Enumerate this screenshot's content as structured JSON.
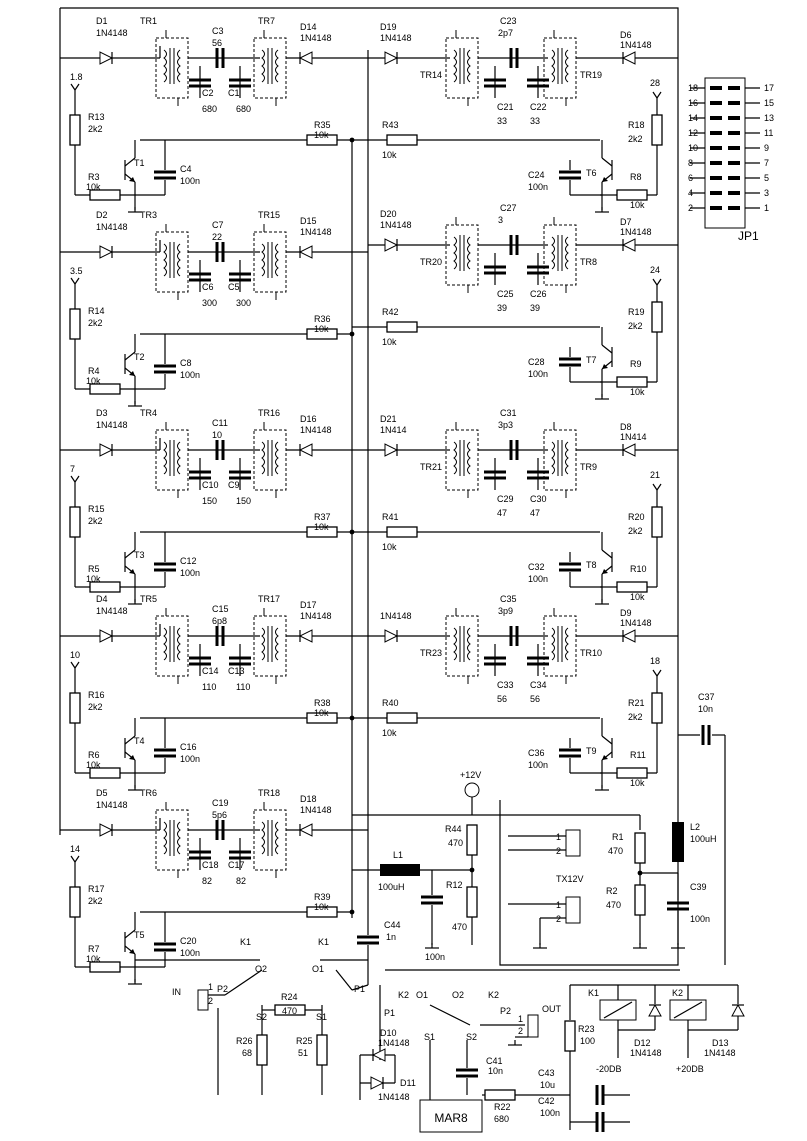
{
  "stages": [
    {
      "diode_in": {
        "ref": "D1",
        "val": "1N4148"
      },
      "tr_in": "TR1",
      "tr_out": "TR7",
      "c_couple": {
        "ref": "C3",
        "val": "56"
      },
      "c_res_a": {
        "ref": "C2",
        "val": "680"
      },
      "c_res_b": {
        "ref": "C1",
        "val": "680"
      },
      "diode_out": {
        "ref": "D14",
        "val": "1N4148"
      },
      "r_feed": {
        "ref": "R35",
        "val": "10k"
      },
      "antenna": "1.8",
      "r_bias": {
        "ref": "R13",
        "val": "2k2"
      },
      "transistor": "T1",
      "r_em": {
        "ref": "R3",
        "val": "10k"
      },
      "c_dec": {
        "ref": "C4",
        "val": "100n"
      }
    },
    {
      "diode_in": {
        "ref": "D2",
        "val": "1N4148"
      },
      "tr_in": "TR3",
      "tr_out": "TR15",
      "c_couple": {
        "ref": "C7",
        "val": "22"
      },
      "c_res_a": {
        "ref": "C6",
        "val": "300"
      },
      "c_res_b": {
        "ref": "C5",
        "val": "300"
      },
      "diode_out": {
        "ref": "D15",
        "val": "1N4148"
      },
      "r_feed": {
        "ref": "R36",
        "val": "10k"
      },
      "antenna": "3.5",
      "r_bias": {
        "ref": "R14",
        "val": "2k2"
      },
      "transistor": "T2",
      "r_em": {
        "ref": "R4",
        "val": "10k"
      },
      "c_dec": {
        "ref": "C8",
        "val": "100n"
      }
    },
    {
      "diode_in": {
        "ref": "D3",
        "val": "1N4148"
      },
      "tr_in": "TR4",
      "tr_out": "TR16",
      "c_couple": {
        "ref": "C11",
        "val": "10"
      },
      "c_res_a": {
        "ref": "C10",
        "val": "150"
      },
      "c_res_b": {
        "ref": "C9",
        "val": "150"
      },
      "diode_out": {
        "ref": "D16",
        "val": "1N4148"
      },
      "r_feed": {
        "ref": "R37",
        "val": "10k"
      },
      "antenna": "7",
      "r_bias": {
        "ref": "R15",
        "val": "2k2"
      },
      "transistor": "T3",
      "r_em": {
        "ref": "R5",
        "val": "10k"
      },
      "c_dec": {
        "ref": "C12",
        "val": "100n"
      }
    },
    {
      "diode_in": {
        "ref": "D4",
        "val": "1N4148"
      },
      "tr_in": "TR5",
      "tr_out": "TR17",
      "c_couple": {
        "ref": "C15",
        "val": "6p8"
      },
      "c_res_a": {
        "ref": "C14",
        "val": "110"
      },
      "c_res_b": {
        "ref": "C13",
        "val": "110"
      },
      "diode_out": {
        "ref": "D17",
        "val": "1N4148"
      },
      "r_feed": {
        "ref": "R38",
        "val": "10k"
      },
      "antenna": "10",
      "r_bias": {
        "ref": "R16",
        "val": "2k2"
      },
      "transistor": "T4",
      "r_em": {
        "ref": "R6",
        "val": "10k"
      },
      "c_dec": {
        "ref": "C16",
        "val": "100n"
      }
    },
    {
      "diode_in": {
        "ref": "D5",
        "val": "1N4148"
      },
      "tr_in": "TR6",
      "tr_out": "TR18",
      "c_couple": {
        "ref": "C19",
        "val": "5p6"
      },
      "c_res_a": {
        "ref": "C18",
        "val": "82"
      },
      "c_res_b": {
        "ref": "C17",
        "val": "82"
      },
      "diode_out": {
        "ref": "D18",
        "val": "1N4148"
      },
      "r_feed": {
        "ref": "R39",
        "val": "10k"
      },
      "antenna": "14",
      "r_bias": {
        "ref": "R17",
        "val": "2k2"
      },
      "transistor": "T5",
      "r_em": {
        "ref": "R7",
        "val": "10k"
      },
      "c_dec": {
        "ref": "C20",
        "val": "100n"
      }
    }
  ],
  "right_stages": [
    {
      "diode_in": {
        "ref": "D19",
        "val": "1N4148"
      },
      "tr_in": "TR14",
      "tr_out": "TR19",
      "c_couple": {
        "ref": "C23",
        "val": "2p7"
      },
      "c_res_a": {
        "ref": "C21",
        "val": "33"
      },
      "c_res_b": {
        "ref": "C22",
        "val": "33"
      },
      "diode_out": {
        "ref": "D6",
        "val": "1N4148"
      },
      "r_feed": {
        "ref": "R43",
        "val": "10k"
      },
      "antenna": "28",
      "r_bias": {
        "ref": "R18",
        "val": "2k2"
      },
      "transistor": "T6",
      "r_em": {
        "ref": "R8",
        "val": "10k"
      },
      "c_dec": {
        "ref": "C24",
        "val": "100n"
      }
    },
    {
      "diode_in": {
        "ref": "D20",
        "val": "1N4148"
      },
      "tr_in": "TR20",
      "tr_out": "TR8",
      "c_couple": {
        "ref": "C27",
        "val": "3"
      },
      "c_res_a": {
        "ref": "C25",
        "val": "39"
      },
      "c_res_b": {
        "ref": "C26",
        "val": "39"
      },
      "diode_out": {
        "ref": "D7",
        "val": "1N4148"
      },
      "r_feed": {
        "ref": "R42",
        "val": "10k"
      },
      "antenna": "24",
      "r_bias": {
        "ref": "R19",
        "val": "2k2"
      },
      "transistor": "T7",
      "r_em": {
        "ref": "R9",
        "val": "10k"
      },
      "c_dec": {
        "ref": "C28",
        "val": "100n"
      }
    },
    {
      "diode_in": {
        "ref": "D21",
        "val": "1N414"
      },
      "tr_in": "TR21",
      "tr_out": "TR9",
      "c_couple": {
        "ref": "C31",
        "val": "3p3"
      },
      "c_res_a": {
        "ref": "C29",
        "val": "47"
      },
      "c_res_b": {
        "ref": "C30",
        "val": "47"
      },
      "diode_out": {
        "ref": "D8",
        "val": "1N414"
      },
      "r_feed": {
        "ref": "R41",
        "val": "10k"
      },
      "antenna": "21",
      "r_bias": {
        "ref": "R20",
        "val": "2k2"
      },
      "transistor": "T8",
      "r_em": {
        "ref": "R10",
        "val": "10k"
      },
      "c_dec": {
        "ref": "C32",
        "val": "100n"
      }
    },
    {
      "diode_in": {
        "ref": "",
        "val": "1N4148"
      },
      "tr_in": "TR23",
      "tr_out": "TR10",
      "c_couple": {
        "ref": "C35",
        "val": "3p9"
      },
      "c_res_a": {
        "ref": "C33",
        "val": "56"
      },
      "c_res_b": {
        "ref": "C34",
        "val": "56"
      },
      "diode_out": {
        "ref": "D9",
        "val": "1N4148"
      },
      "r_feed": {
        "ref": "R40",
        "val": "10k"
      },
      "antenna": "18",
      "r_bias": {
        "ref": "R21",
        "val": "2k2"
      },
      "transistor": "T9",
      "r_em": {
        "ref": "R11",
        "val": "10k"
      },
      "c_dec": {
        "ref": "C36",
        "val": "100n"
      }
    }
  ],
  "connector": {
    "ref": "JP1",
    "left_pins": [
      "18",
      "16",
      "14",
      "12",
      "10",
      "8",
      "6",
      "4",
      "2"
    ],
    "right_pins": [
      "17",
      "15",
      "13",
      "11",
      "9",
      "7",
      "5",
      "3",
      "1"
    ]
  },
  "power": {
    "supply": "+12V",
    "r44": {
      "ref": "R44",
      "val": "470"
    },
    "r12": {
      "ref": "R12",
      "val": "470"
    },
    "r1": {
      "ref": "R1",
      "val": "470"
    },
    "r2": {
      "ref": "R2",
      "val": "470"
    },
    "l1": {
      "ref": "L1",
      "val": "100uH"
    },
    "l2": {
      "ref": "L2",
      "val": "100uH"
    },
    "c37": {
      "ref": "C37",
      "val": "10n"
    },
    "c39": {
      "ref": "C39",
      "val": "100n"
    },
    "c44": {
      "ref": "C44",
      "val": "1n"
    },
    "c_l1": "100n",
    "tx_label": "TX12V",
    "jumper_pins": [
      "1",
      "2",
      "1",
      "2"
    ]
  },
  "io": {
    "in_label": "IN",
    "out_label": "OUT",
    "relay_labels": [
      "K1",
      "K1",
      "K2",
      "K2",
      "K1",
      "K2"
    ],
    "contact_labels": [
      "P2",
      "P1",
      "P1",
      "P2",
      "O2",
      "O1",
      "O1",
      "O2",
      "S2",
      "S1",
      "S1",
      "S2"
    ],
    "r24": {
      "ref": "R24",
      "val": "470"
    },
    "r26": {
      "ref": "R26",
      "val": "68"
    },
    "r25": {
      "ref": "R25",
      "val": "51"
    },
    "d10": {
      "ref": "D10",
      "val": "1N4148"
    },
    "d11": {
      "ref": "D11",
      "val": "1N4148"
    },
    "c41": {
      "ref": "C41",
      "val": "10n"
    },
    "r22": {
      "ref": "R22",
      "val": "680"
    },
    "c43": {
      "ref": "C43",
      "val": "10u"
    },
    "c42": {
      "ref": "C42",
      "val": "100n"
    },
    "r23": {
      "ref": "R23",
      "val": "100"
    },
    "d12": {
      "ref": "D12",
      "val": "1N4148"
    },
    "d13": {
      "ref": "D13",
      "val": "1N4148"
    },
    "minus_supply": "-20DB",
    "plus_supply": "+20DB",
    "ic": "MAR8",
    "pin1": "1",
    "pin2": "2"
  }
}
